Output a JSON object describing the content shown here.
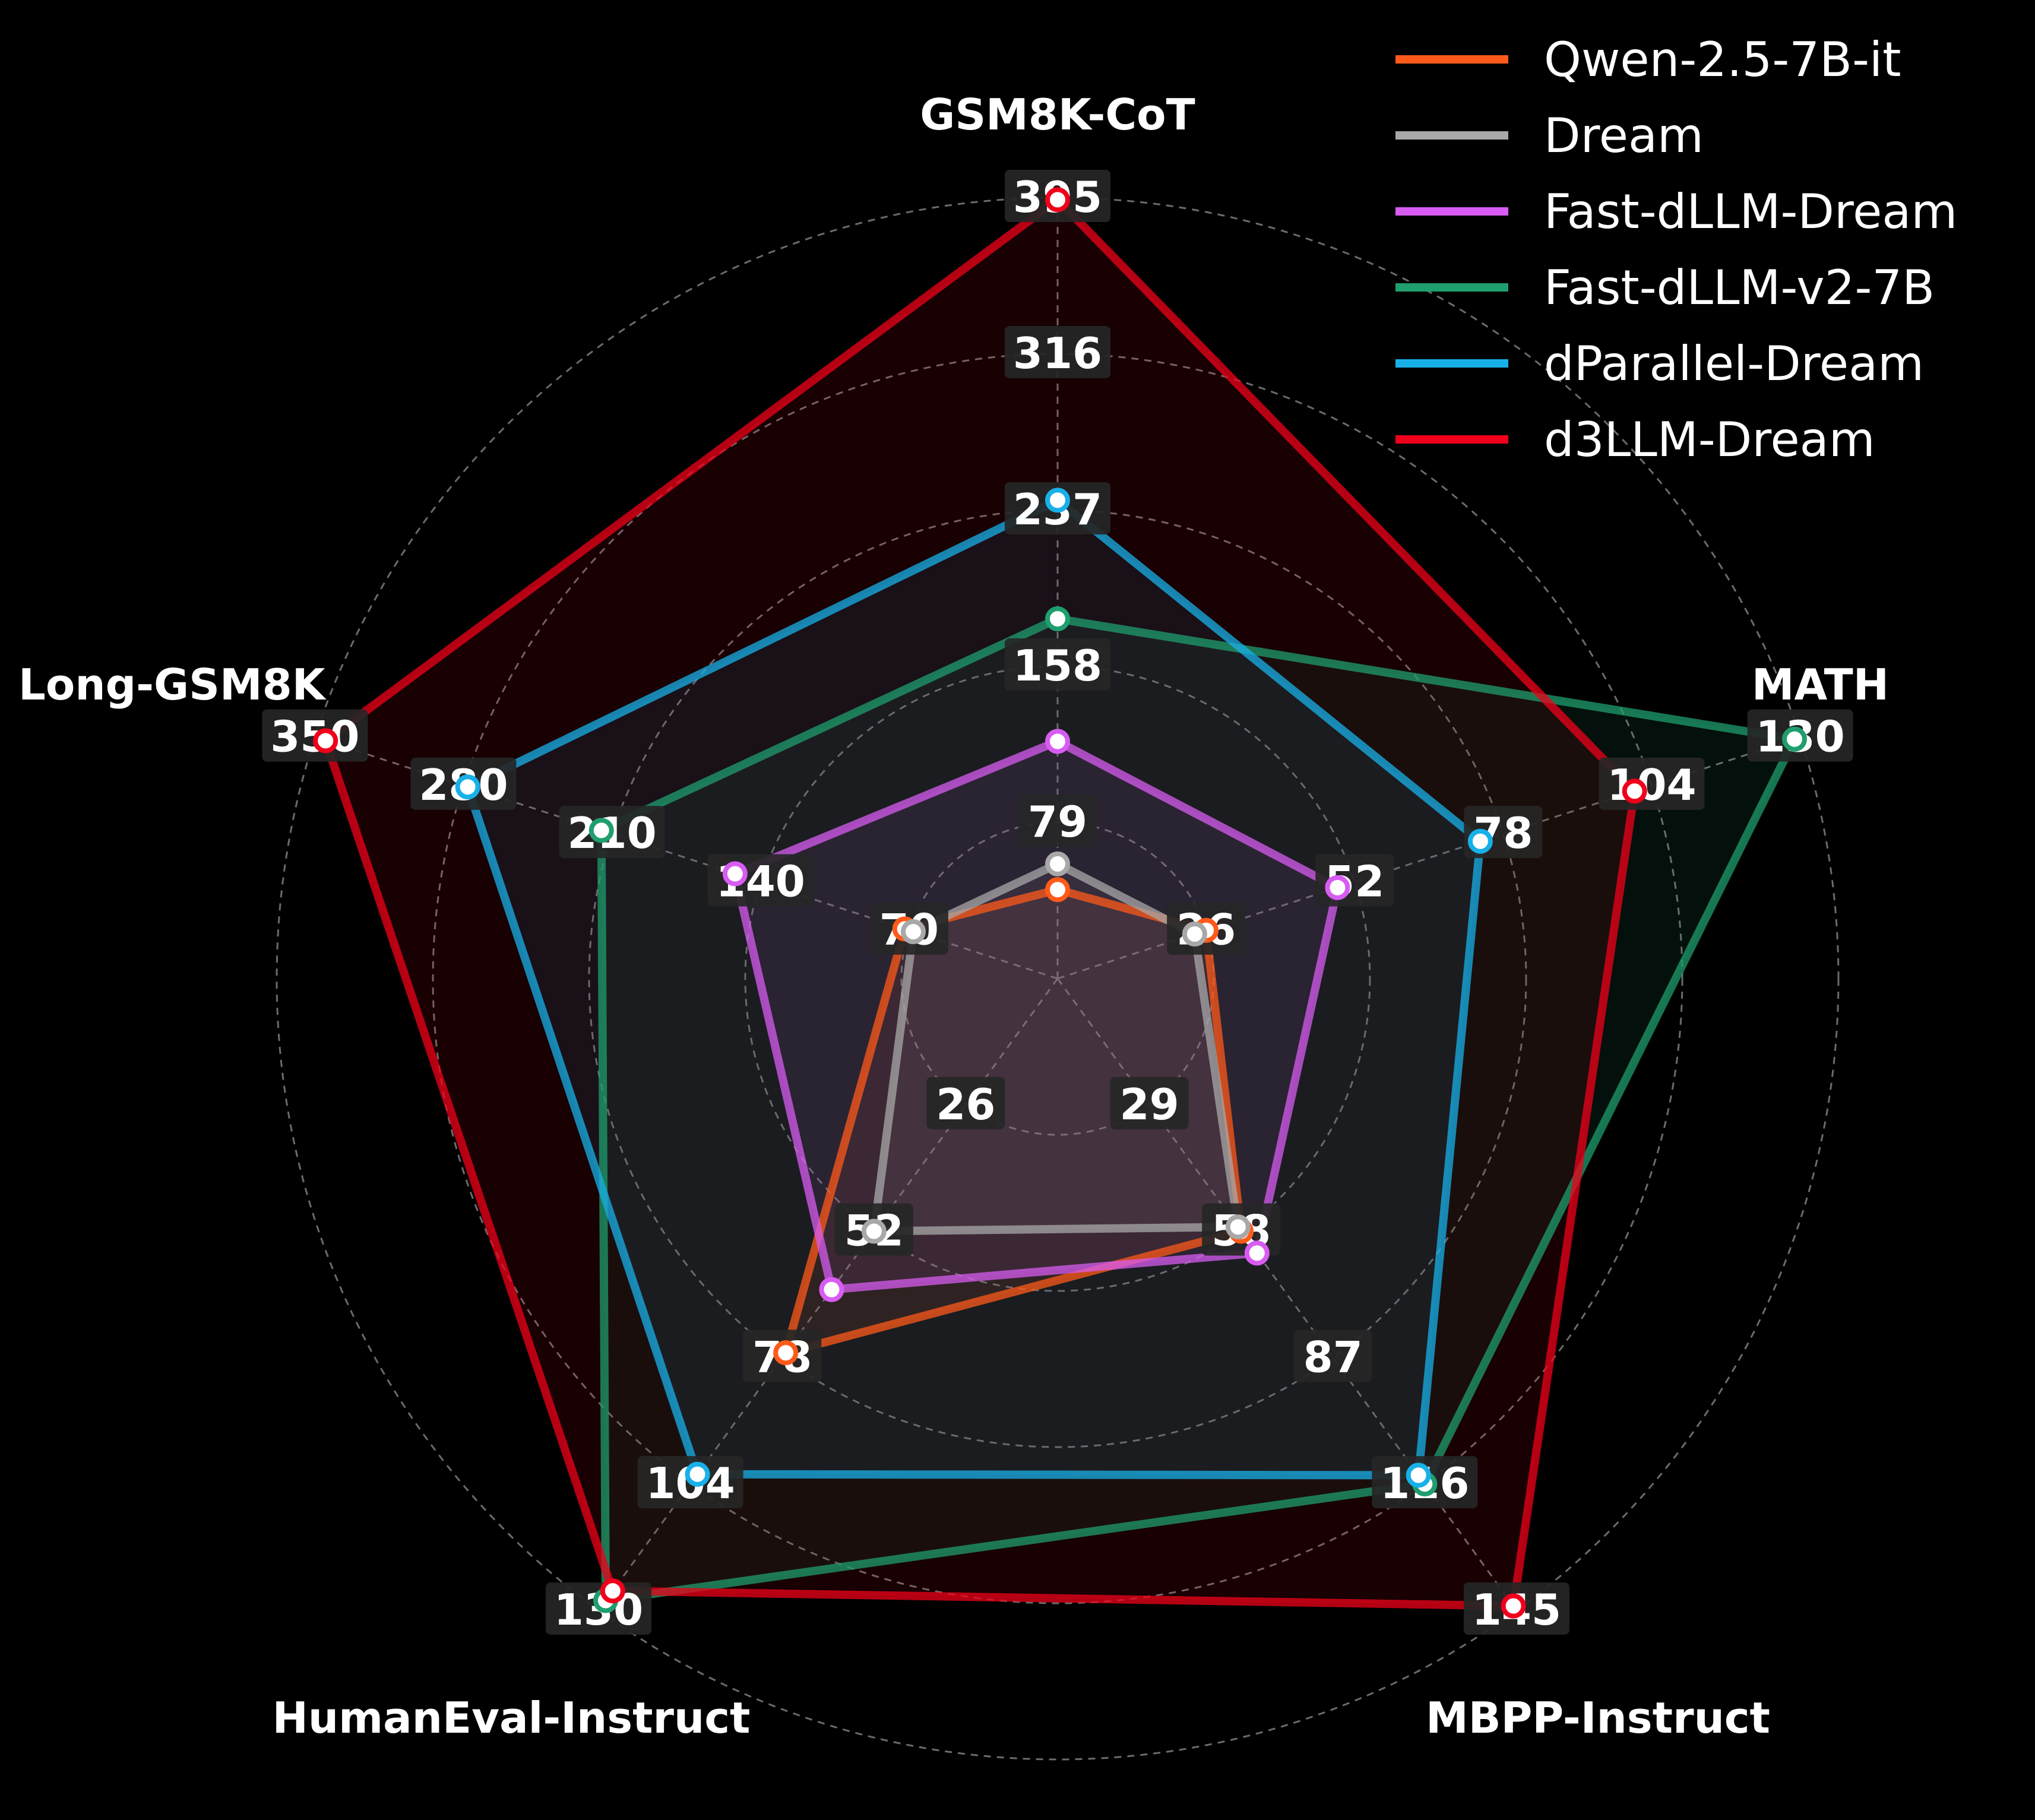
{
  "chart_data": {
    "type": "radar",
    "axes": [
      "GSM8K-CoT",
      "MATH",
      "MBPP-Instruct",
      "HumanEval-Instruct",
      "Long-GSM8K"
    ],
    "axis_ticks": [
      [
        79,
        158,
        237,
        316,
        395
      ],
      [
        26,
        52,
        78,
        104,
        130
      ],
      [
        29,
        58,
        87,
        116,
        145
      ],
      [
        26,
        52,
        78,
        104,
        130
      ],
      [
        70,
        140,
        210,
        280,
        350
      ]
    ],
    "axis_tick_labels": [
      [
        "79",
        "158",
        "237",
        "316",
        "395"
      ],
      [
        "26",
        "52",
        "78",
        "104",
        "130"
      ],
      [
        "29",
        "58",
        "87",
        "116",
        "145"
      ],
      [
        "26",
        "52",
        "78",
        "104",
        130
      ],
      [
        "70",
        "140",
        "210",
        "280",
        "350"
      ]
    ],
    "axis_max": [
      395,
      130,
      145,
      130,
      350
    ],
    "series": [
      {
        "name": "Qwen-2.5-7B-it",
        "color": "#ff5a1a",
        "values": [
          45,
          26,
          58,
          77,
          72
        ]
      },
      {
        "name": "Dream",
        "color": "#a8a8a8",
        "values": [
          58,
          24,
          57,
          52,
          68
        ]
      },
      {
        "name": "Fast-dLLM-Dream",
        "color": "#d85cf2",
        "values": [
          120,
          49,
          63,
          64,
          152
        ]
      },
      {
        "name": "Fast-dLLM-v2-7B",
        "color": "#1f9e6e",
        "values": [
          182,
          129,
          116,
          128,
          215
        ]
      },
      {
        "name": "dParallel-Dream",
        "color": "#18b0e8",
        "values": [
          242,
          74,
          114,
          102,
          278
        ]
      },
      {
        "name": "d3LLM-Dream",
        "color": "#f0001a",
        "values": [
          394,
          101,
          144,
          126,
          345
        ]
      }
    ],
    "grid": true,
    "legend_position": "top-right"
  }
}
